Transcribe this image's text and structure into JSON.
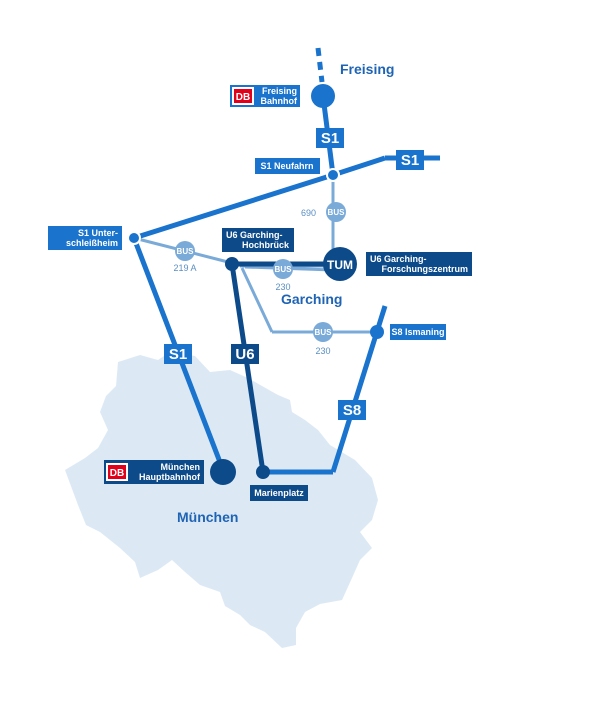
{
  "cities": {
    "freising": "Freising",
    "garching": "Garching",
    "muenchen": "München"
  },
  "stations": {
    "freising": [
      "Freising",
      "Bahnhof"
    ],
    "neufahrn": "S1 Neufahrn",
    "unterschleissheim": [
      "S1 Unter-",
      "schleißheim"
    ],
    "hochbrueck": [
      "U6 Garching-",
      "Hochbrück"
    ],
    "forschungszentrum": [
      "U6 Garching-",
      "Forschungszentrum"
    ],
    "ismaning": "S8 Ismaning",
    "hauptbahnhof": [
      "München",
      "Hauptbahnhof"
    ],
    "marienplatz": "Marienplatz"
  },
  "lines": {
    "s1_north": "S1",
    "s1_east": "S1",
    "s1_west": "S1",
    "u6": "U6",
    "s8": "S8"
  },
  "bus": {
    "label": "BUS",
    "route_690": "690",
    "route_219a": "219 A",
    "route_230_top": "230",
    "route_230_bottom": "230"
  },
  "logos": {
    "db": "DB",
    "tum": "TUM"
  },
  "colors": {
    "s_bahn": "#1a73cc",
    "u_bahn": "#0d4a8a",
    "bus": "#7aaad8",
    "city_area": "#dce9f5",
    "db_red": "#e2001a"
  }
}
